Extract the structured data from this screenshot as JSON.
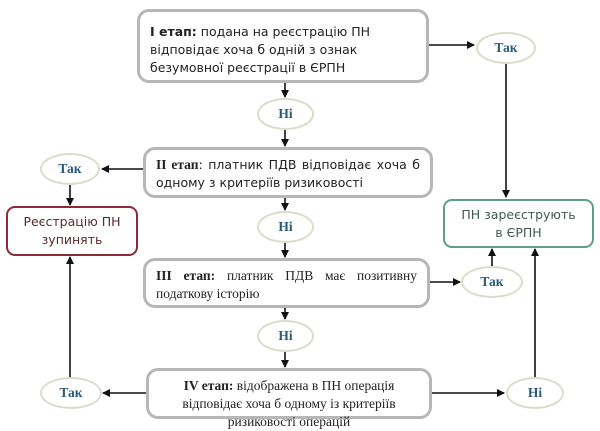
{
  "stages": [
    {
      "label": "I етап:",
      "text": "подана на реєстрацію ПН відповідає хоча б одній з ознак безумовної реєстрації в ЄРПН"
    },
    {
      "label": "ІІ етап",
      "text": ": платник ПДВ відповідає хоча б одному з критеріїв ризиковості"
    },
    {
      "label": "ІІІ етап:",
      "text": " платник ПДВ має позитивну податкову історію"
    },
    {
      "label": "IV етап:",
      "text": " відображена в ПН операція відповідає хоча б одному із критеріїв ризиковості операцій"
    }
  ],
  "answers": {
    "yes": "Так",
    "no": "Ні"
  },
  "outcomes": {
    "stop": "Реєстрацію ПН зупинять",
    "register": "ПН зареєструють в ЄРПН"
  },
  "colors": {
    "stop_border": "#8a2b38",
    "register_border": "#5f9e88",
    "oval_text": "#2a5a7a"
  }
}
